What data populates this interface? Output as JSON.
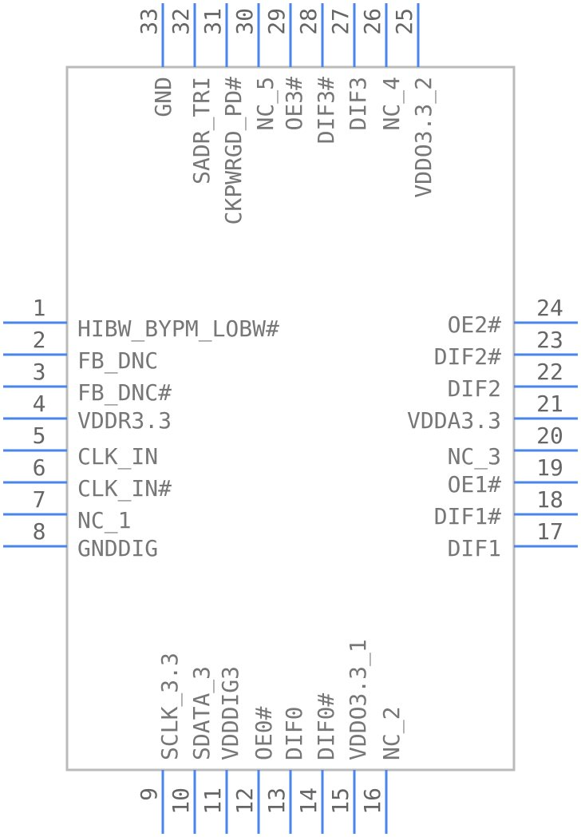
{
  "chip": {
    "body_color": "#bbbbbb",
    "pin_color": "#4a86e8",
    "text_color": "#777777",
    "left_pins": [
      {
        "num": "1",
        "name": "HIBW_BYPM_LOBW#"
      },
      {
        "num": "2",
        "name": "FB_DNC"
      },
      {
        "num": "3",
        "name": "FB_DNC#"
      },
      {
        "num": "4",
        "name": "VDDR3.3"
      },
      {
        "num": "5",
        "name": "CLK_IN"
      },
      {
        "num": "6",
        "name": "CLK_IN#"
      },
      {
        "num": "7",
        "name": "NC_1"
      },
      {
        "num": "8",
        "name": "GNDDIG"
      }
    ],
    "right_pins": [
      {
        "num": "24",
        "name": "OE2#"
      },
      {
        "num": "23",
        "name": "DIF2#"
      },
      {
        "num": "22",
        "name": "DIF2"
      },
      {
        "num": "21",
        "name": "VDDA3.3"
      },
      {
        "num": "20",
        "name": "NC_3"
      },
      {
        "num": "19",
        "name": "OE1#"
      },
      {
        "num": "18",
        "name": "DIF1#"
      },
      {
        "num": "17",
        "name": "DIF1"
      }
    ],
    "top_pins": [
      {
        "num": "33",
        "name": "GND"
      },
      {
        "num": "32",
        "name": "SADR_TRI"
      },
      {
        "num": "31",
        "name": "CKPWRGD_PD#"
      },
      {
        "num": "30",
        "name": "NC_5"
      },
      {
        "num": "29",
        "name": "OE3#"
      },
      {
        "num": "28",
        "name": "DIF3#"
      },
      {
        "num": "27",
        "name": "DIF3"
      },
      {
        "num": "26",
        "name": "NC_4"
      },
      {
        "num": "25",
        "name": "VDDO3.3_2"
      }
    ],
    "bottom_pins": [
      {
        "num": "9",
        "name": "SCLK_3.3"
      },
      {
        "num": "10",
        "name": "SDATA_3"
      },
      {
        "num": "11",
        "name": "VDDDIG3"
      },
      {
        "num": "12",
        "name": "OE0#"
      },
      {
        "num": "13",
        "name": "DIF0"
      },
      {
        "num": "14",
        "name": "DIF0#"
      },
      {
        "num": "15",
        "name": "VDDO3.3_1"
      },
      {
        "num": "16",
        "name": "NC_2"
      }
    ]
  }
}
